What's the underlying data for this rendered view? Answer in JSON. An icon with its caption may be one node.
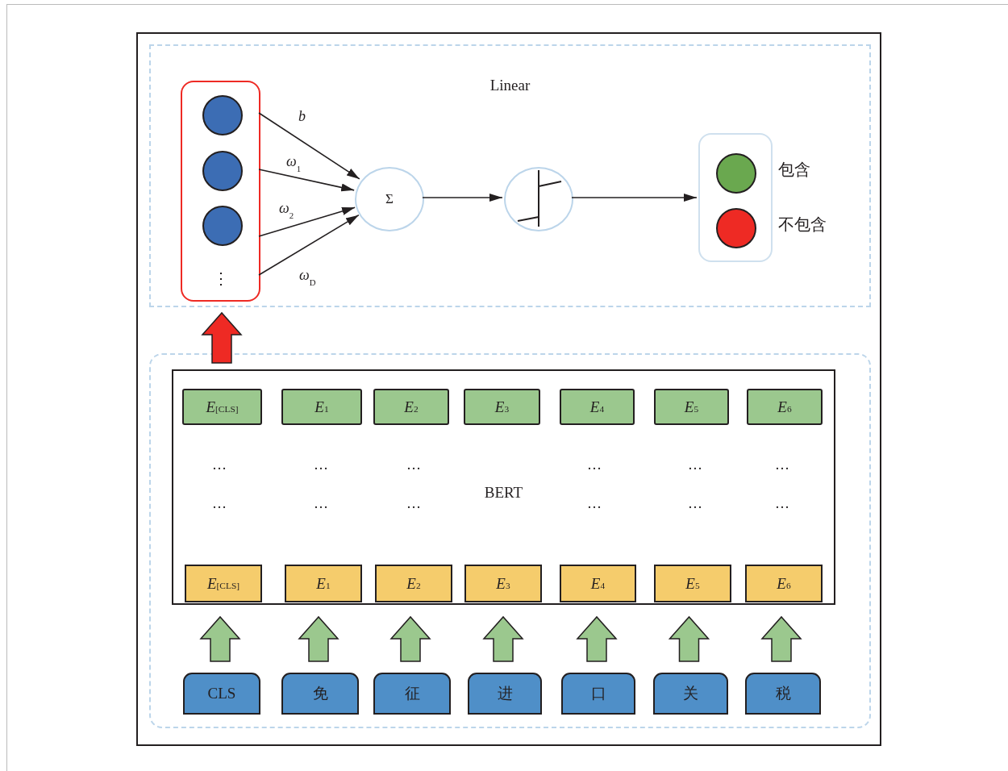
{
  "diagram": {
    "nodes": [
      {
        "text": [
          "Linear"
        ]
      },
      {
        "text": [
          "⋮"
        ],
        "in": 0
      },
      {
        "text": [],
        "shape": "circle",
        "in": 1
      },
      {
        "text": [],
        "shape": "circle",
        "in": 1
      },
      {
        "text": [],
        "shape": "circle",
        "in": 1
      },
      {
        "text": [
          "Σ"
        ],
        "in": 0
      },
      {
        "text": [],
        "shape": "circle",
        "in": 0
      },
      {
        "text": [],
        "shape": "box",
        "in": 0
      },
      {
        "text": [],
        "shape": "circle",
        "in": 7,
        "beside": [
          "包含"
        ]
      },
      {
        "text": [],
        "shape": "circle",
        "in": 7,
        "beside": [
          "不包含"
        ]
      },
      {
        "text": [],
        "shape": "box"
      },
      {
        "text": [
          "BERT"
        ],
        "in": 10
      },
      {
        "text": [
          "*E*$_{[CLS]}$"
        ],
        "in": 11
      },
      {
        "text": [
          "*E*$_{1}$"
        ],
        "in": 11
      },
      {
        "text": [
          "*E*$_{2}$"
        ],
        "in": 11
      },
      {
        "text": [
          "*E*$_{3}$"
        ],
        "in": 11
      },
      {
        "text": [
          "*E*$_{4}$"
        ],
        "in": 11
      },
      {
        "text": [
          "*E*$_{5}$"
        ],
        "in": 11
      },
      {
        "text": [
          "*E*$_{6}$"
        ],
        "in": 11
      },
      {
        "text": [
          "*E*$_{[CLS]}$"
        ],
        "in": 11
      },
      {
        "text": [
          "*E*$_{1}$"
        ],
        "in": 11
      },
      {
        "text": [
          "*E*$_{2}$"
        ],
        "in": 11
      },
      {
        "text": [
          "*E*$_{3}$"
        ],
        "in": 11
      },
      {
        "text": [
          "*E*$_{4}$"
        ],
        "in": 11
      },
      {
        "text": [
          "*E*$_{5}$"
        ],
        "in": 11
      },
      {
        "text": [
          "*E*$_{6}$"
        ],
        "in": 11
      },
      {
        "text": [
          "CLS"
        ],
        "in": 10
      },
      {
        "text": [
          "免"
        ],
        "in": 10
      },
      {
        "text": [
          "征"
        ],
        "in": 10
      },
      {
        "text": [
          "进"
        ],
        "in": 10
      },
      {
        "text": [
          "口"
        ],
        "in": 10
      },
      {
        "text": [
          "关"
        ],
        "in": 10
      },
      {
        "text": [
          "税"
        ],
        "in": 10
      }
    ],
    "edges": [
      {
        "from": 1,
        "to": 5,
        "arrow": "to",
        "label": "*b*"
      },
      {
        "from": 1,
        "to": 5,
        "arrow": "to",
        "label": "*ω*$_{1}$"
      },
      {
        "from": 1,
        "to": 5,
        "arrow": "to",
        "label": "*ω*$_{2}$"
      },
      {
        "from": 1,
        "to": 5,
        "arrow": "to",
        "label": "*ω*$_{D}$"
      },
      {
        "from": 5,
        "to": 6,
        "arrow": "to"
      },
      {
        "from": 6,
        "to": 7,
        "arrow": "to"
      },
      {
        "from": 12,
        "to": 1,
        "arrow": "to",
        "style": "thick",
        "color": "#ee2a24"
      },
      {
        "from": 26,
        "to": 19,
        "arrow": "to",
        "style": "thick",
        "color": "#9bc88e"
      },
      {
        "from": 27,
        "to": 20,
        "arrow": "to",
        "style": "thick",
        "color": "#9bc88e"
      },
      {
        "from": 28,
        "to": 21,
        "arrow": "to",
        "style": "thick",
        "color": "#9bc88e"
      },
      {
        "from": 29,
        "to": 22,
        "arrow": "to",
        "style": "thick",
        "color": "#9bc88e"
      },
      {
        "from": 30,
        "to": 23,
        "arrow": "to",
        "style": "thick",
        "color": "#9bc88e"
      },
      {
        "from": 31,
        "to": 24,
        "arrow": "to",
        "style": "thick",
        "color": "#9bc88e"
      },
      {
        "from": 32,
        "to": 25,
        "arrow": "to",
        "style": "thick",
        "color": "#9bc88e"
      }
    ],
    "labels": [
      "…",
      "…",
      "…",
      "…",
      "…",
      "…",
      "…",
      "…",
      "…",
      "…",
      "…",
      "…"
    ]
  }
}
